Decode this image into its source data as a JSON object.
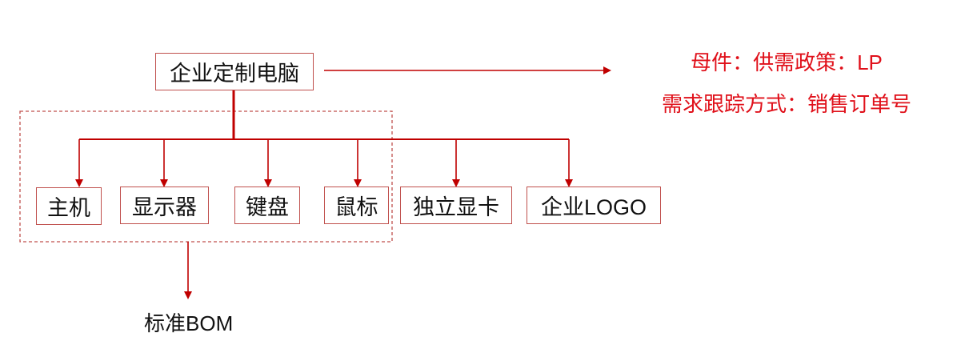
{
  "root": {
    "label": "企业定制电脑"
  },
  "children": [
    {
      "label": "主机"
    },
    {
      "label": "显示器"
    },
    {
      "label": "键盘"
    },
    {
      "label": "鼠标"
    },
    {
      "label": "独立显卡"
    },
    {
      "label": "企业LOGO"
    }
  ],
  "group_label": "标准BOM",
  "notes": {
    "line1": "母件：供需政策：LP",
    "line2": "需求跟踪方式：销售订单号"
  },
  "colors": {
    "line": "#c00000",
    "box_border": "#c0504d",
    "note_text": "#e0101a"
  }
}
